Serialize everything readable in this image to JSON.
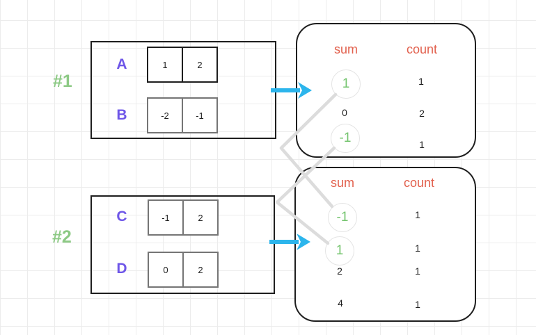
{
  "colors": {
    "green_label": "#8cc984",
    "purple_label": "#6e56e8",
    "coral_header": "#e2604d",
    "cyan_arrow": "#2cb5ec",
    "green_value": "#74c46e",
    "box_border": "#1e1e1e",
    "gray_cell_border": "#757575",
    "connector": "#dcdcdc"
  },
  "group1": {
    "label": "#1",
    "rows": [
      {
        "name": "A",
        "cells": [
          "1",
          "2"
        ]
      },
      {
        "name": "B",
        "cells": [
          "-2",
          "-1"
        ]
      }
    ]
  },
  "group2": {
    "label": "#2",
    "rows": [
      {
        "name": "C",
        "cells": [
          "-1",
          "2"
        ]
      },
      {
        "name": "D",
        "cells": [
          "0",
          "2"
        ]
      }
    ]
  },
  "table1": {
    "sum_header": "sum",
    "count_header": "count",
    "rows": [
      {
        "sum": "1",
        "count": "1",
        "circled": true
      },
      {
        "sum": "0",
        "count": "2",
        "circled": false
      },
      {
        "sum": "-1",
        "count": "1",
        "circled": true
      }
    ]
  },
  "table2": {
    "sum_header": "sum",
    "count_header": "count",
    "rows": [
      {
        "sum": "-1",
        "count": "1",
        "circled": true
      },
      {
        "sum": "1",
        "count": "1",
        "circled": true
      },
      {
        "sum": "2",
        "count": "1",
        "circled": false
      },
      {
        "sum": "4",
        "count": "1",
        "circled": false
      }
    ]
  },
  "links": [
    {
      "from": "table1 sum 1",
      "to": "table2 sum -1"
    },
    {
      "from": "table1 sum -1",
      "to": "table2 sum 1"
    }
  ]
}
